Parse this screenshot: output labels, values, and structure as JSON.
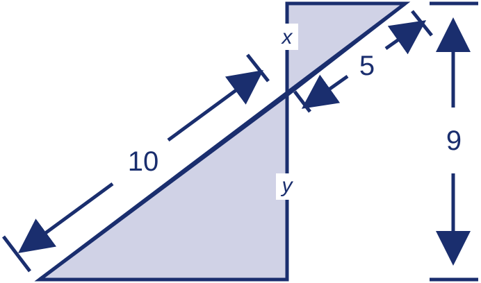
{
  "labels": {
    "x": "x",
    "y": "y",
    "segment_long": "10",
    "segment_short": "5",
    "height": "9"
  },
  "colors": {
    "stroke": "#1a2e6e",
    "fill": "#d0d2e6",
    "background": "#ffffff"
  }
}
